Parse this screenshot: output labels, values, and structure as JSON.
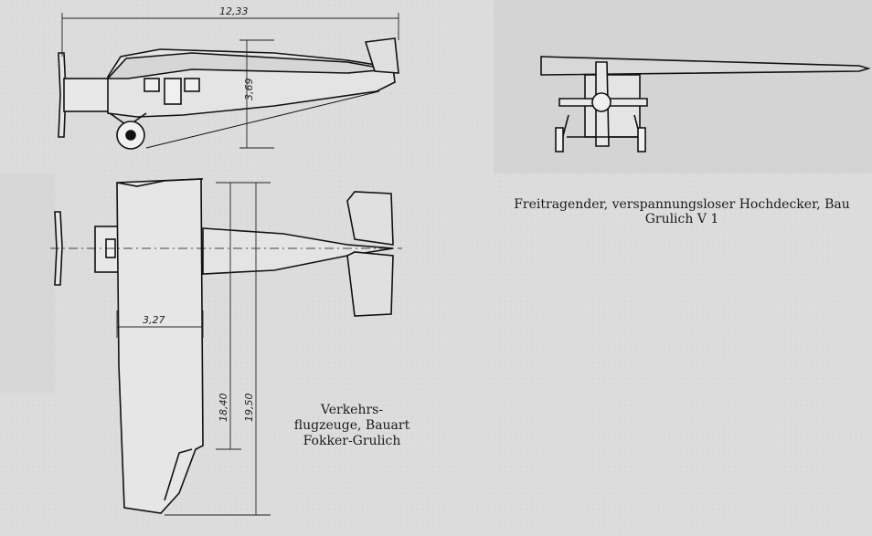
{
  "figure_left": {
    "caption_lines": [
      "Verkehrs-",
      "flugzeuge, Bauart",
      "Fokker-Grulich"
    ],
    "dimensions": {
      "span_top": "12,33",
      "height": "3,69",
      "chord": "3,27",
      "length_inner": "18,40",
      "length_outer": "19,50"
    }
  },
  "figure_right": {
    "caption_lines": [
      "Freitragender, verspannungsloser Hochdecker, Bau",
      "Grulich V 1"
    ]
  }
}
